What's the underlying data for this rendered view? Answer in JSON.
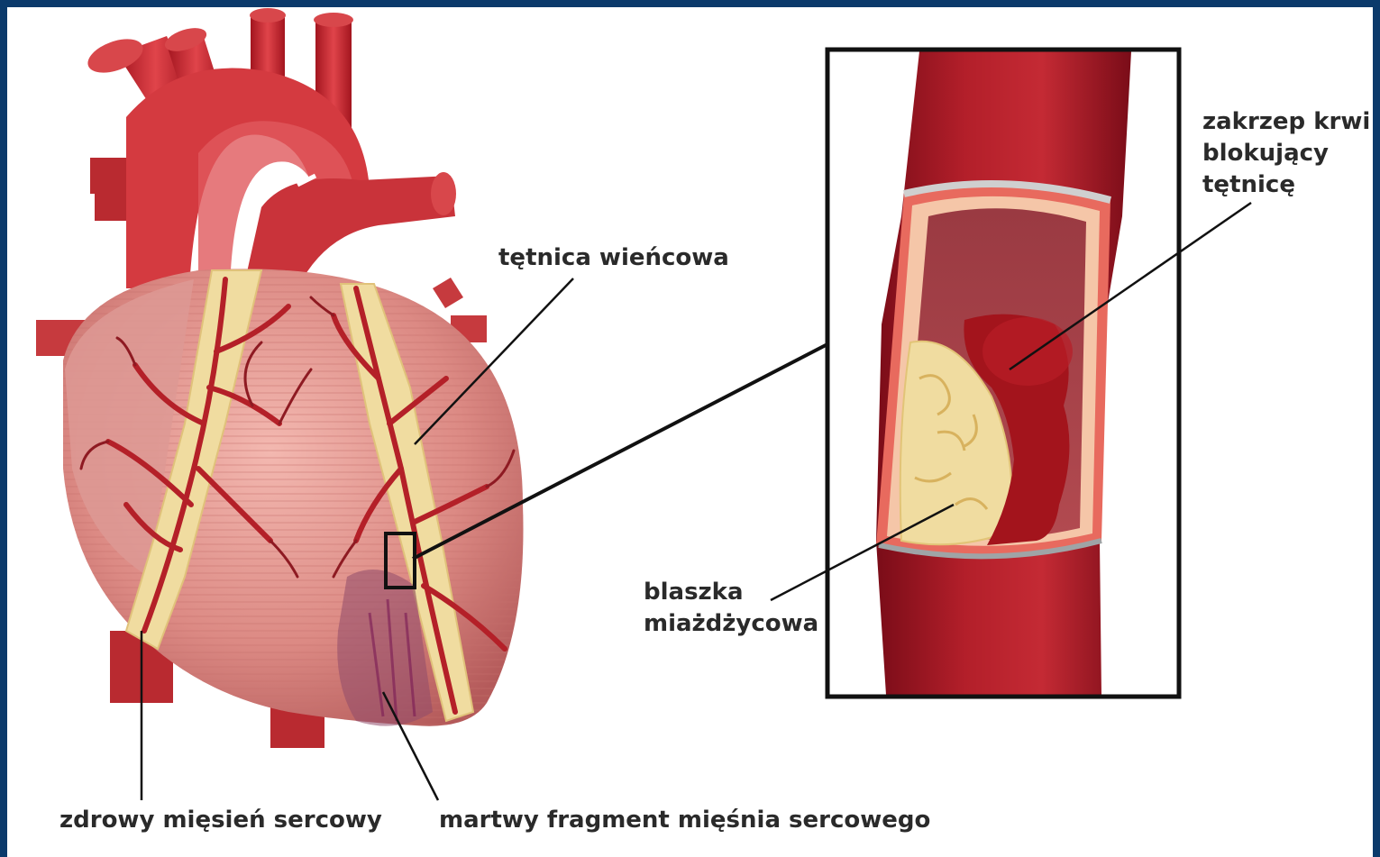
{
  "labels": {
    "coronary_artery": "tętnica wieńcowa",
    "blood_clot": [
      "zakrzep krwi",
      "blokujący",
      "tętnicę"
    ],
    "plaque": [
      "blaszka",
      "miażdżycowa"
    ],
    "healthy_muscle": "zdrowy mięsień sercowy",
    "dead_muscle": "martwy fragment mięśnia sercowego"
  },
  "colors": {
    "frame_border": "#0b3a6b",
    "background": "#ffffff",
    "artery_red": "#c8202a",
    "vessel_dark": "#8e1220",
    "heart_pink": "#e8a09a",
    "fat_yellow": "#f0dca0",
    "clot": "#a3141c",
    "text": "#2a2a2a"
  }
}
